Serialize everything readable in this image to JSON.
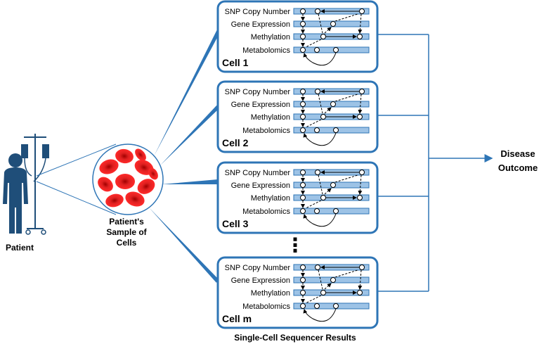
{
  "patient": {
    "label": "Patient"
  },
  "sample": {
    "label_line1": "Patient's",
    "label_line2": "Sample of",
    "label_line3": "Cells"
  },
  "row_labels": [
    "SNP Copy Number",
    "Gene Expression",
    "Methylation",
    "Metabolomics"
  ],
  "cells": [
    {
      "name": "Cell 1"
    },
    {
      "name": "Cell 2"
    },
    {
      "name": "Cell 3"
    },
    {
      "name": "Cell m"
    }
  ],
  "ellipsis": "⋮",
  "outcome": {
    "line1": "Disease",
    "line2": "Outcome"
  },
  "footer": "Single-Cell Sequencer Results",
  "colors": {
    "accent": "#2e75b6",
    "bar_fill": "#9dc3e6",
    "bar_stroke": "#2e75b6",
    "patient": "#1f4e79",
    "cell_fill": "#e81e1e",
    "cell_dark": "#9b0000"
  }
}
